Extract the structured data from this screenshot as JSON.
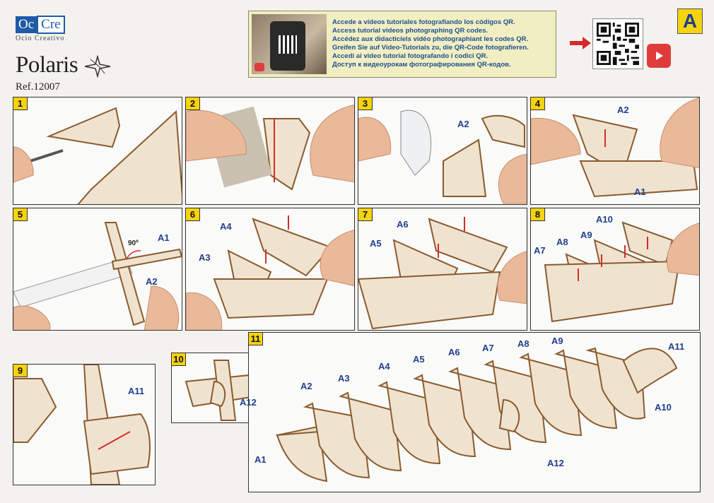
{
  "brand": {
    "logo_left": "Oc",
    "logo_right": "Cre",
    "logo_sub": "Ocio Creativo",
    "model": "Polaris",
    "ref": "Ref.12007"
  },
  "qr_banner": {
    "lines": [
      "Accede a vídeos tutoriales fotografiando los códigos QR.",
      "Access tutorial videos photographing QR codes.",
      "Accédez aux didacticiels vidéo photographiant les codes QR.",
      "Greifen Sie auf Video-Tutorials zu, die QR-Code fotografieren.",
      "Accedi ai video tutorial fotografando i codici QR.",
      "Доступ к видеоурокам фотографирования QR-кодов."
    ]
  },
  "sheet_letter": "A",
  "steps": [
    {
      "num": "1",
      "labels": []
    },
    {
      "num": "2",
      "labels": []
    },
    {
      "num": "3",
      "labels": [
        "A2"
      ]
    },
    {
      "num": "4",
      "labels": [
        "A2",
        "A1"
      ]
    },
    {
      "num": "5",
      "labels": [
        "90º",
        "A1",
        "A2"
      ]
    },
    {
      "num": "6",
      "labels": [
        "A4",
        "A3"
      ]
    },
    {
      "num": "7",
      "labels": [
        "A6",
        "A5"
      ]
    },
    {
      "num": "8",
      "labels": [
        "A10",
        "A9",
        "A8",
        "A7"
      ]
    },
    {
      "num": "9",
      "labels": [
        "A11"
      ]
    },
    {
      "num": "10",
      "labels": [
        "A12"
      ]
    },
    {
      "num": "11",
      "labels": [
        "A2",
        "A3",
        "A4",
        "A5",
        "A6",
        "A7",
        "A8",
        "A9",
        "A11",
        "A10",
        "A1",
        "A12"
      ]
    }
  ],
  "colors": {
    "accent_yellow": "#f5d30f",
    "label_blue": "#1f3e8f",
    "arrow_red": "#d62b2b",
    "banner_bg": "#f1eec2"
  },
  "icons": [
    "compass-rose-icon",
    "youtube-icon",
    "qr-code-icon",
    "red-arrow-icon"
  ]
}
